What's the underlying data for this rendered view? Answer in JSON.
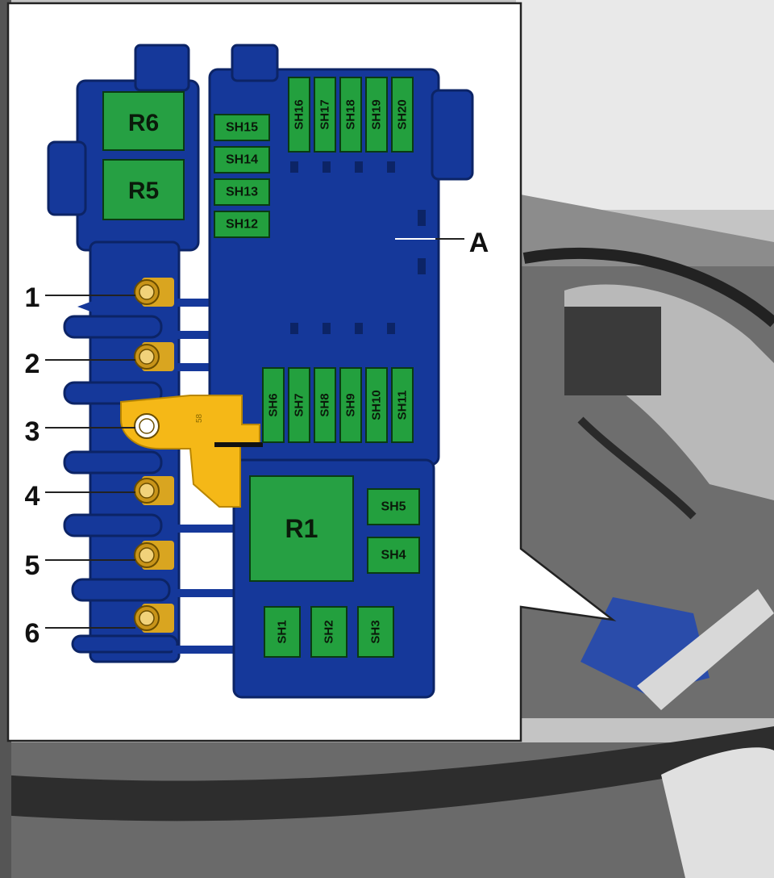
{
  "colors": {
    "housing": "#15389a",
    "housing_dark": "#0c2466",
    "fuse": "#23a03e",
    "relay": "#26a043",
    "busbar": "#f5b817",
    "stud": "#d9a520",
    "panel_bg": "#ffffff"
  },
  "relays": [
    {
      "id": "r6",
      "label": "R6"
    },
    {
      "id": "r5",
      "label": "R5"
    },
    {
      "id": "r1",
      "label": "R1"
    }
  ],
  "fuses_top_horizontal": [
    {
      "id": "sh15",
      "label": "SH15"
    },
    {
      "id": "sh14",
      "label": "SH14"
    },
    {
      "id": "sh13",
      "label": "SH13"
    },
    {
      "id": "sh12",
      "label": "SH12"
    }
  ],
  "fuses_top_vertical": [
    {
      "id": "sh16",
      "label": "SH16"
    },
    {
      "id": "sh17",
      "label": "SH17"
    },
    {
      "id": "sh18",
      "label": "SH18"
    },
    {
      "id": "sh19",
      "label": "SH19"
    },
    {
      "id": "sh20",
      "label": "SH20"
    }
  ],
  "fuses_middle_vertical": [
    {
      "id": "sh6",
      "label": "SH6"
    },
    {
      "id": "sh7",
      "label": "SH7"
    },
    {
      "id": "sh8",
      "label": "SH8"
    },
    {
      "id": "sh9",
      "label": "SH9"
    },
    {
      "id": "sh10",
      "label": "SH10"
    },
    {
      "id": "sh11",
      "label": "SH11"
    }
  ],
  "fuses_right_horizontal": [
    {
      "id": "sh5",
      "label": "SH5"
    },
    {
      "id": "sh4",
      "label": "SH4"
    }
  ],
  "fuses_bottom_vertical": [
    {
      "id": "sh1",
      "label": "SH1"
    },
    {
      "id": "sh2",
      "label": "SH2"
    },
    {
      "id": "sh3",
      "label": "SH3"
    }
  ],
  "callouts": [
    {
      "id": "c1",
      "label": "1"
    },
    {
      "id": "c2",
      "label": "2"
    },
    {
      "id": "c3",
      "label": "3"
    },
    {
      "id": "c4",
      "label": "4"
    },
    {
      "id": "c5",
      "label": "5"
    },
    {
      "id": "c6",
      "label": "6"
    },
    {
      "id": "ca",
      "label": "A"
    }
  ],
  "busbar_marking": "58"
}
